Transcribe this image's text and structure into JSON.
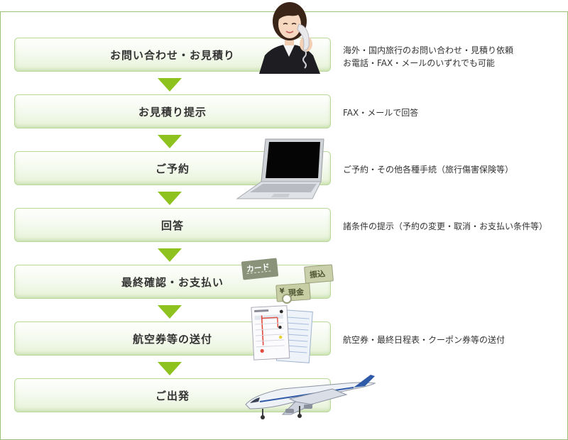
{
  "steps": [
    {
      "label": "お問い合わせ・お見積り",
      "desc_lines": [
        "海外・国内旅行のお問い合わせ・見積り依頼",
        "お電話・FAX・メールのいずれでも可能"
      ]
    },
    {
      "label": "お見積り提示",
      "desc_lines": [
        "FAX・メールで回答"
      ]
    },
    {
      "label": "ご予約",
      "desc_lines": [
        "ご予約・その他各種手続（旅行傷害保険等）"
      ]
    },
    {
      "label": "回答",
      "desc_lines": [
        "諸条件の提示（予約の変更・取消・お支払い条件等）"
      ]
    },
    {
      "label": "最終確認・お支払い",
      "desc_lines": []
    },
    {
      "label": "航空券等の送付",
      "desc_lines": [
        "航空券・最終日程表・クーポン券等の送付"
      ]
    },
    {
      "label": "ご出発",
      "desc_lines": []
    }
  ],
  "payment_tags": {
    "card": "カード",
    "transfer": "振込",
    "cash": "現金",
    "yen": "¥"
  },
  "colors": {
    "arrow": "#8dc21f",
    "border": "#9cc27a",
    "step_border": "#b9d79c"
  },
  "icons": [
    "operator-photo-icon",
    "laptop-icon",
    "payment-tags-icon",
    "itinerary-document-icon",
    "airplane-icon"
  ]
}
